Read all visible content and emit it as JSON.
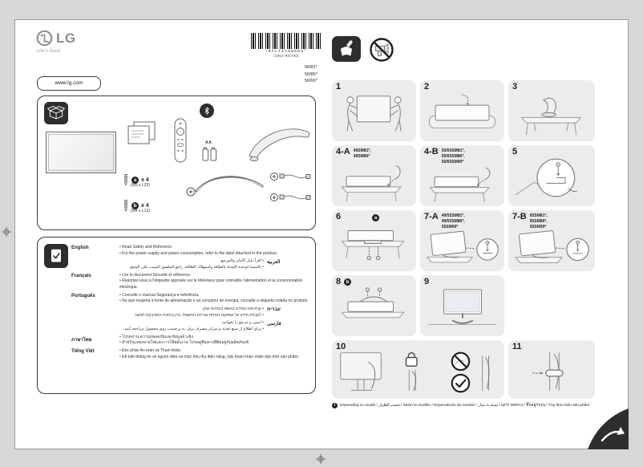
{
  "header": {
    "logo": "LG",
    "tagline": "Life's Good",
    "website": "www.lg.com",
    "barcode_text": "*MFL71180002*",
    "barcode_rev": "(1902-REV00)",
    "models": [
      "SM81*",
      "SM86*",
      "SM90*"
    ]
  },
  "accessories": {
    "battery_label": "AA",
    "screw_a_badge": "a",
    "screw_a_qty": "x 4",
    "screw_a_spec": "(M5 x L25)",
    "screw_b_badge": "b",
    "screw_b_qty": "x 4",
    "screw_b_spec": "(M4 x L12)"
  },
  "languages": [
    {
      "name": "English",
      "line1": "• Read Safety and Reference.",
      "line2": "• For the power supply and power consumption, refer to the label attached to the product."
    },
    {
      "name": "العربية",
      "line1": "• اقرأ دليل الأمان والمرجع.",
      "line2": "• بالنسبة لوحدة الإمداد بالطاقة واستهلاك الطاقة، راجع الملصق المثبت على المنتج."
    },
    {
      "name": "Français",
      "line1": "• Lire le document Sécurité et référence.",
      "line2": "• Reportez-vous à l'étiquette apposée sur le téléviseur pour connaître l'alimentation et la consommation électrique."
    },
    {
      "name": "Português",
      "line1": "• Consulte o manual Segurança e referência.",
      "line2": "• No que respeita à fonte de alimentação e ao consumo de energia, consulte a etiqueta colada no produto."
    },
    {
      "name": "עברית",
      "line1": "• קרא את המידע בנושא בטיחות ועיון.",
      "line2": "• לקבלת מידע על אספקת המתח וצריכת החשמל, עיין בתווית המודבקת למוצר."
    },
    {
      "name": "فارسی",
      "line1": "• ایمنی و مرجع را بخوانید.",
      "line2": "• برای اطلاع از منبع تغذیه و میزان مصرف برق، به برچسب روی محصول مراجعه کنید."
    },
    {
      "name": "ภาษาไทย",
      "line1": "• โปรดอ่าน ความปลอดภัยและข้อมูลอ้างอิง",
      "line2": "• สำหรับแหล่งจ่ายไฟและการใช้พลังงาน โปรดดูที่ฉลากที่ติดอยู่กับผลิตภัณฑ์"
    },
    {
      "name": "Tiếng Việt",
      "line1": "• Đọc phần An toàn và Tham khảo.",
      "line2": "• Để biết thông tin về nguồn điện và mức tiêu thụ điện năng, hãy tham khảo nhãn dán trên sản phẩm."
    }
  ],
  "steps": {
    "s1": {
      "id": "1"
    },
    "s2": {
      "id": "2"
    },
    "s3": {
      "id": "3"
    },
    "s4a": {
      "id": "4-A",
      "m1": "49SM81*,",
      "m2": "49SM86*"
    },
    "s4b": {
      "id": "4-B",
      "m1": "55/65SM81*,",
      "m2": "55/65SM86*,",
      "m3": "55/65SM90*"
    },
    "s5": {
      "id": "5"
    },
    "s6": {
      "id": "6",
      "badge": "a"
    },
    "s7a": {
      "id": "7-A",
      "m1": "49/55SM81*,",
      "m2": "49/55SM86*,",
      "m3": "55SM90*"
    },
    "s7b": {
      "id": "7-B",
      "m1": "65SM81*,",
      "m2": "65SM86*,",
      "m3": "65SM90*"
    },
    "s8": {
      "id": "8",
      "badge": "b"
    },
    "s9": {
      "id": "9"
    },
    "s10": {
      "id": "10"
    },
    "s11": {
      "id": "11"
    }
  },
  "footer": {
    "note": "Depending on model / حسب الطراز / Selon le modèle / Dependendo do modelo / בהתאם לדגם / بسته به مدل / ขึ้นอยู่กับรุ่น / Tùy theo kiểu sản phẩm"
  }
}
